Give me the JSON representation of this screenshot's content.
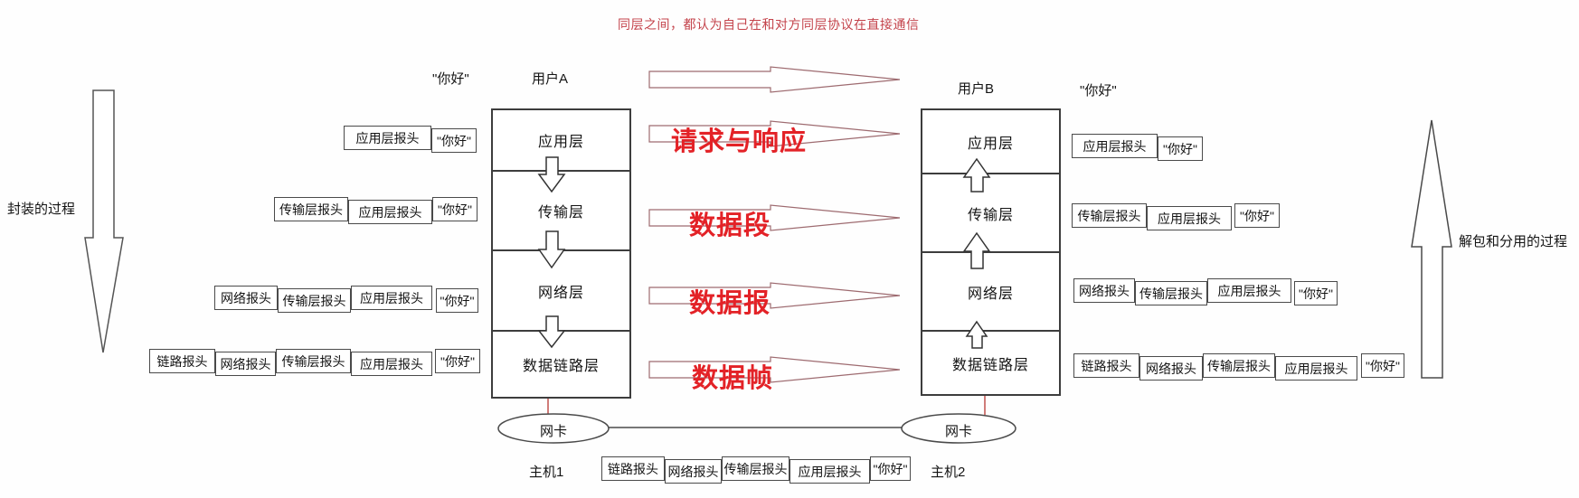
{
  "title": "同层之间，都认为自己在和对方同层协议在直接通信",
  "process_left": "封装的过程",
  "process_right": "解包和分用的过程",
  "stack_a": {
    "hello": "\"你好\"",
    "user": "用户A",
    "layers": [
      "应用层",
      "传输层",
      "网络层",
      "数据链路层"
    ],
    "nic": "网卡",
    "host": "主机1"
  },
  "stack_b": {
    "hello": "\"你好\"",
    "user": "用户B",
    "layers": [
      "应用层",
      "传输层",
      "网络层",
      "数据链路层"
    ],
    "nic": "网卡",
    "host": "主机2"
  },
  "flow_labels": [
    "请求与响应",
    "数据段",
    "数据报",
    "数据帧"
  ],
  "rows": {
    "left": [
      [
        "应用层报头",
        "\"你好\""
      ],
      [
        "传输层报头",
        "应用层报头",
        "\"你好\""
      ],
      [
        "网络报头",
        "传输层报头",
        "应用层报头",
        "\"你好\""
      ],
      [
        "链路报头",
        "网络报头",
        "传输层报头",
        "应用层报头",
        "\"你好\""
      ]
    ],
    "right": [
      [
        "应用层报头",
        "\"你好\""
      ],
      [
        "传输层报头",
        "应用层报头",
        "\"你好\""
      ],
      [
        "网络报头",
        "传输层报头",
        "应用层报头",
        "\"你好\""
      ],
      [
        "链路报头",
        "网络报头",
        "传输层报头",
        "应用层报头",
        "\"你好\""
      ]
    ],
    "bottom": [
      "链路报头",
      "网络报头",
      "传输层报头",
      "应用层报头",
      "\"你好\""
    ]
  },
  "colors": {
    "title_red": "#c4434b",
    "flow_label_red": "#e32227",
    "arrow_outline": "#9e6b70",
    "red_connector": "#c0504d",
    "line_gray": "#4a4a4a"
  }
}
